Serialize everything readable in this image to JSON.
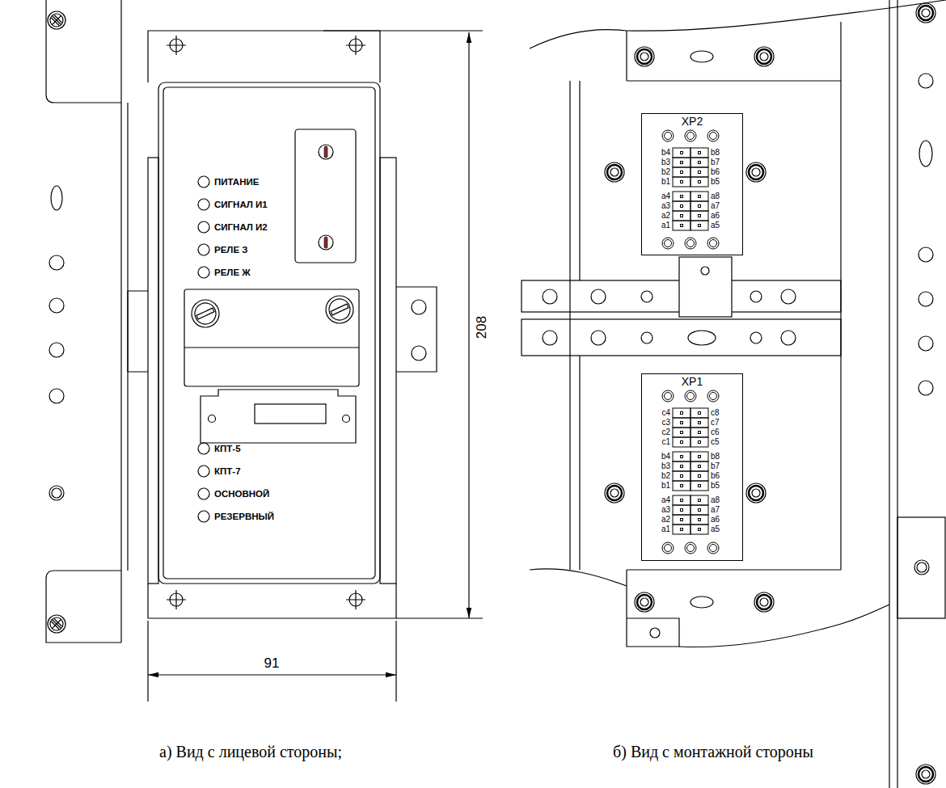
{
  "diagram": {
    "nodes": [
      {
        "text": [
          "XP2",
          "b4",
          "b3",
          "b2",
          "b1",
          "a4",
          "a3",
          "a2",
          "a1",
          "b8",
          "b7",
          "b6",
          "b5",
          "a8",
          "a7",
          "a6",
          "a5"
        ]
      },
      {
        "text": [
          "XP1",
          "c4",
          "c3",
          "c2",
          "c1",
          "b4",
          "b3",
          "b2",
          "b1",
          "a4",
          "a3",
          "a2",
          "a1",
          "c8",
          "c7",
          "c6",
          "c5",
          "b8",
          "b7",
          "b6",
          "b5",
          "a8",
          "a7",
          "a6",
          "a5"
        ]
      }
    ],
    "labels": [
      "ПИТАНИЕ",
      "СИГНАЛ И1",
      "СИГНАЛ И2",
      "РЕЛЕ З",
      "РЕЛЕ Ж",
      "КПТ-5",
      "КПТ-7",
      "ОСНОВНОЙ",
      "РЕЗЕРВНЫЙ",
      "208",
      "91",
      "а) Вид с лицевой стороны;",
      "б) Вид с монтажной стороны"
    ]
  }
}
